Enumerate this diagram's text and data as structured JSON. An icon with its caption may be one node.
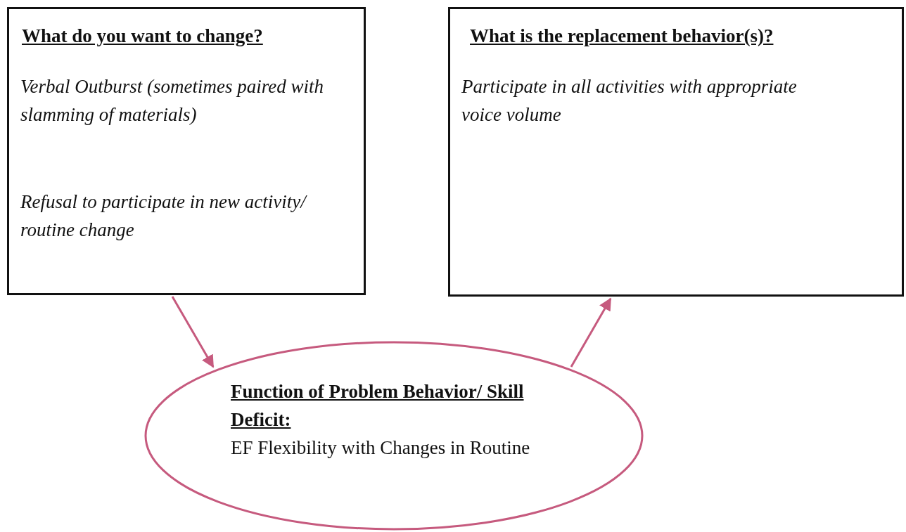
{
  "diagram": {
    "nodes": [
      {
        "text": [
          "What do you want to change?",
          "Verbal Outburst (sometimes paired with slamming of materials)",
          "Refusal to participate in new activity/ routine change"
        ]
      },
      {
        "text": [
          "What is the replacement behavior(s)?",
          "Participate in all activities with appropriate voice volume"
        ]
      },
      {
        "text": [
          "Function of Problem Behavior/ Skill Deficit:",
          "EF Flexibility with Changes in Routine"
        ]
      }
    ],
    "edges": [
      {
        "from": 0,
        "to": 2,
        "arrow": "to"
      },
      {
        "from": 2,
        "to": 1,
        "arrow": "to"
      }
    ]
  }
}
